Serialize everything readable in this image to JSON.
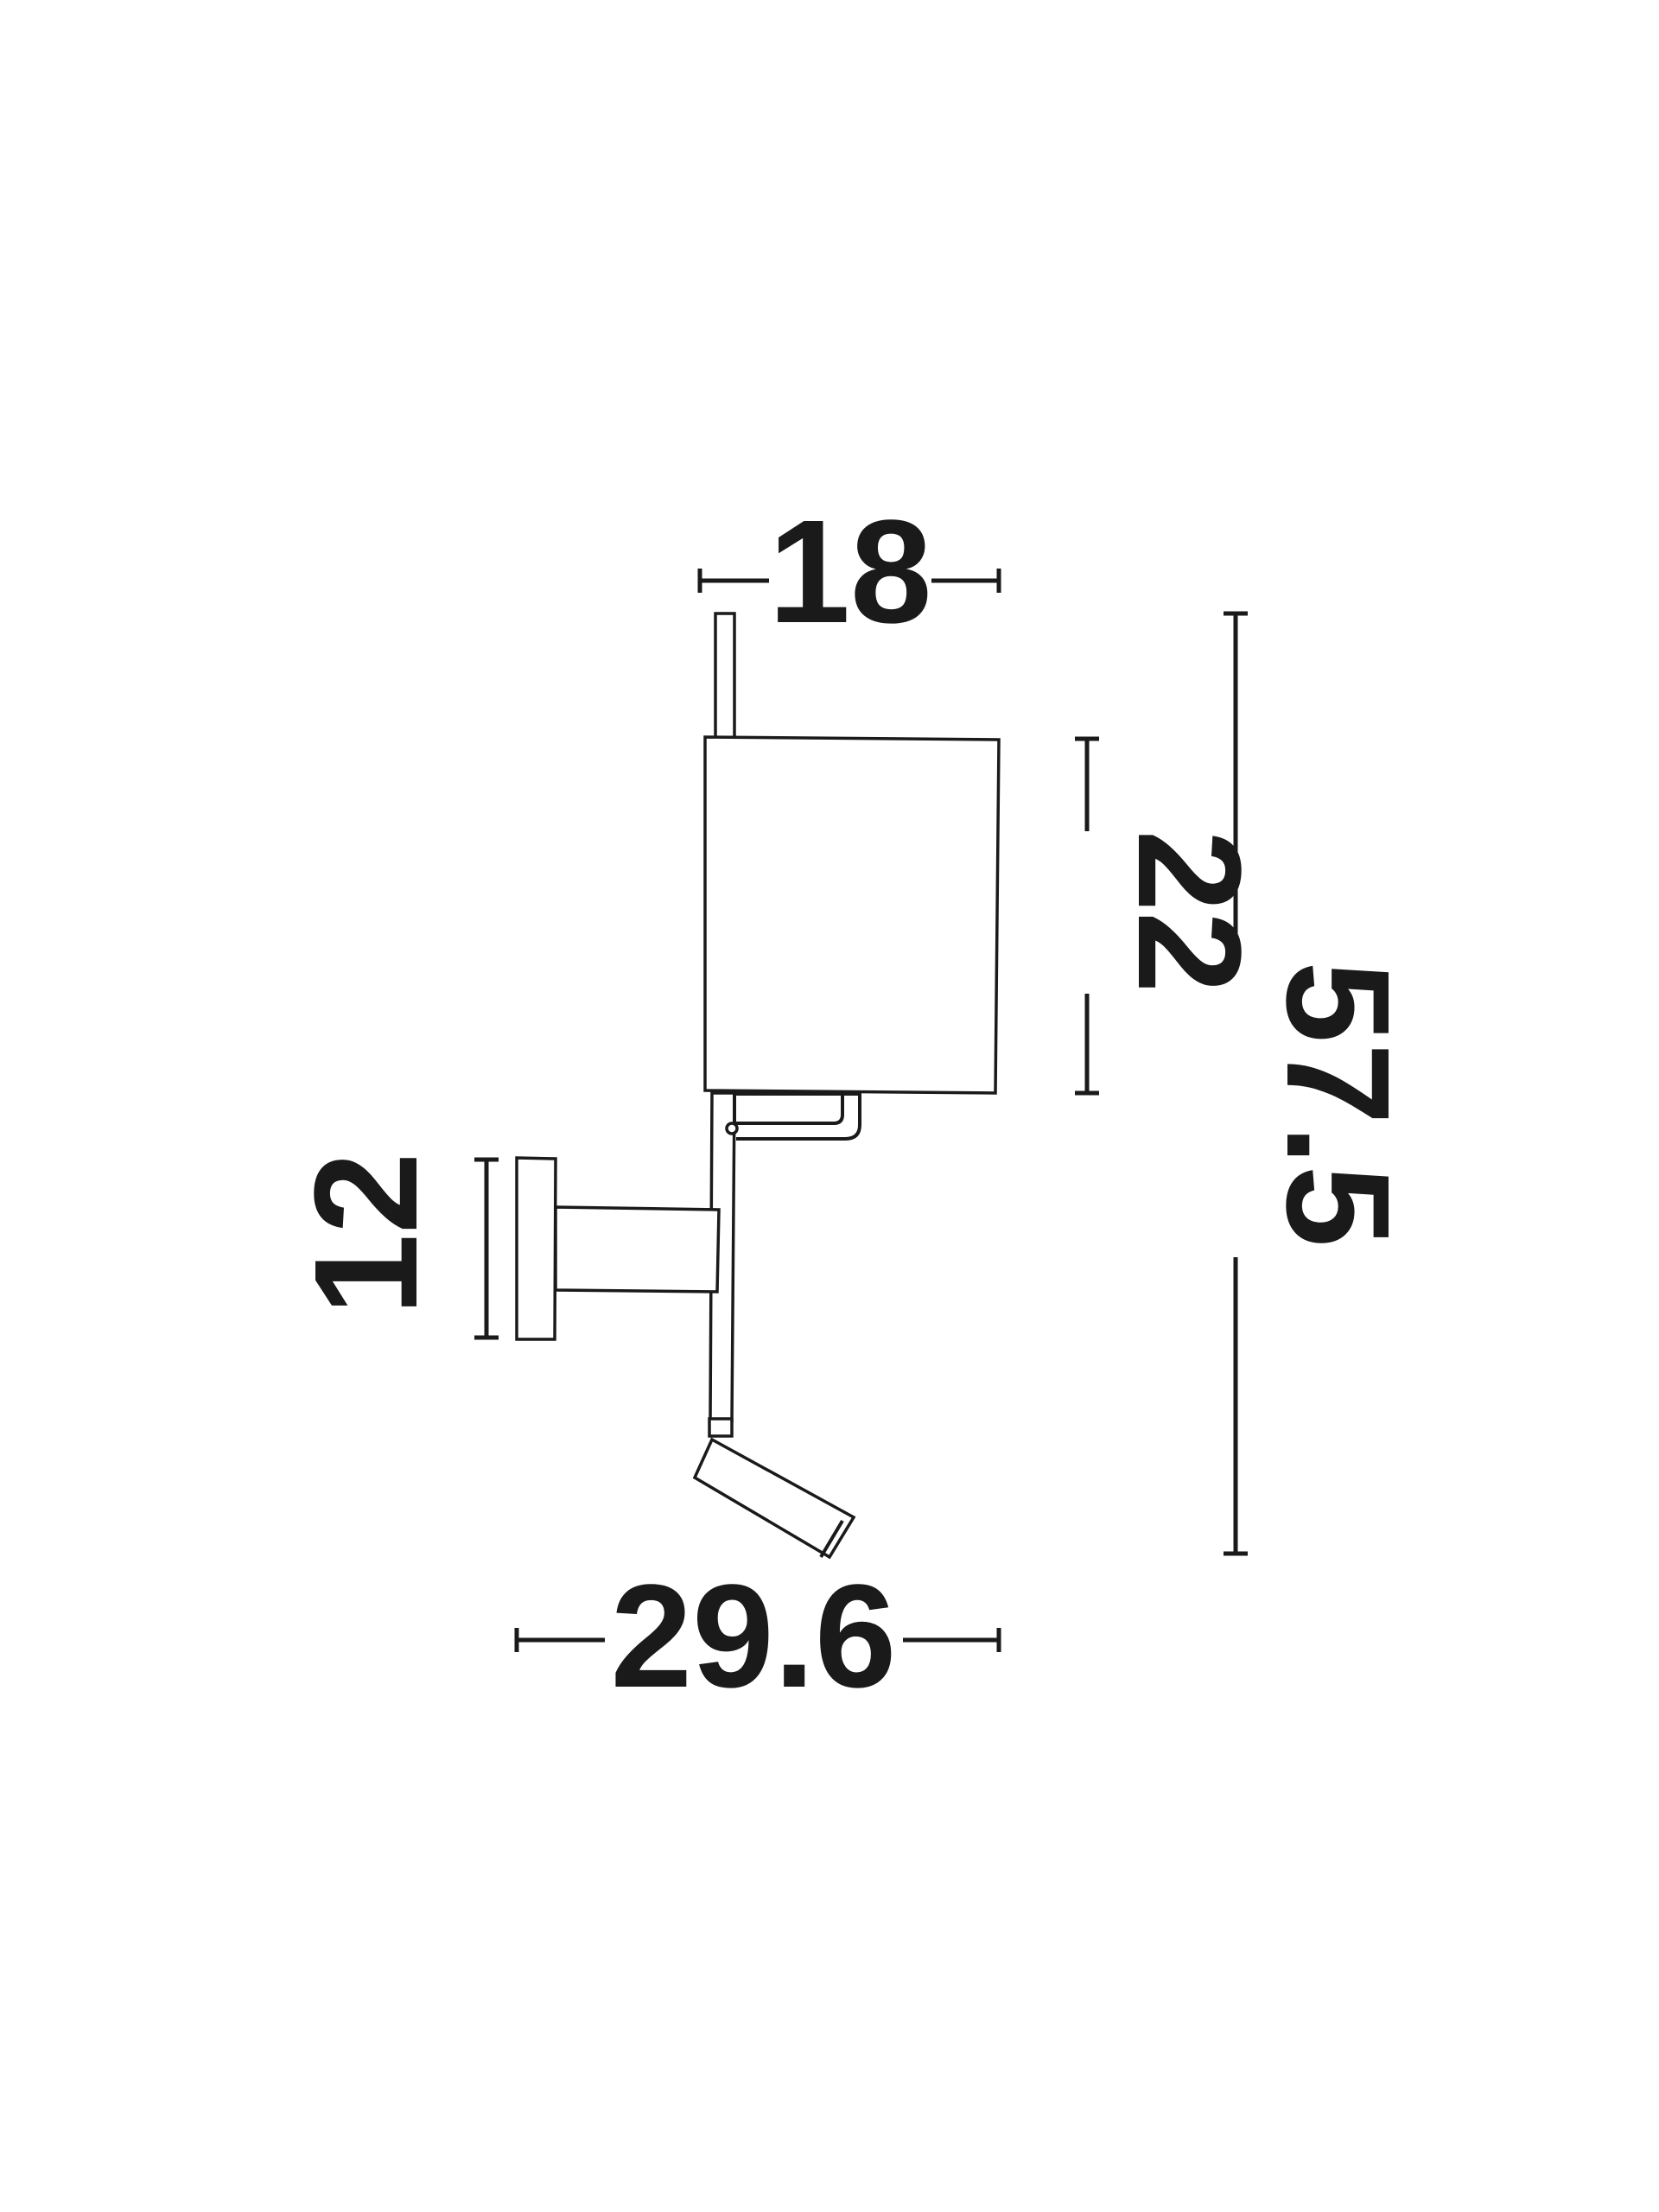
{
  "dimensions": {
    "width_top": "18",
    "shade_height": "22",
    "total_height": "57.5",
    "base_height": "12",
    "total_depth": "29.6"
  },
  "colors": {
    "ink": "#1a1a1a",
    "background": "#ffffff"
  }
}
